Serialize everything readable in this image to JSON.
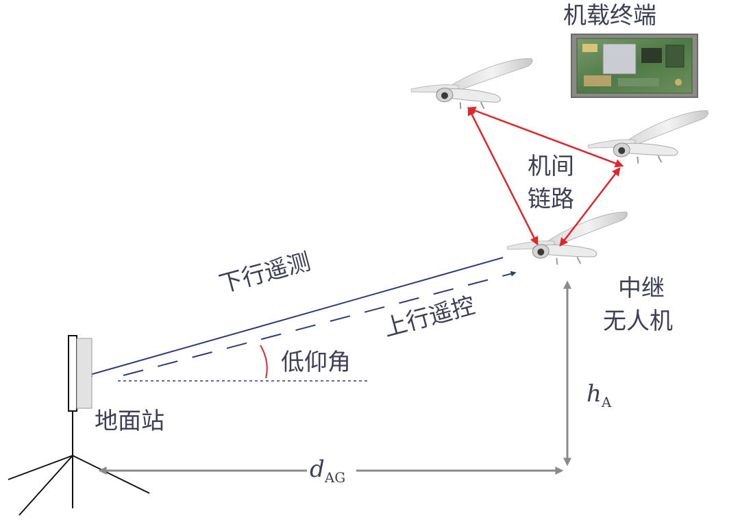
{
  "labels": {
    "onboard_terminal": "机载终端",
    "inter_uav_link": [
      "机间",
      "链路"
    ],
    "downlink_telemetry": "下行遥测",
    "uplink_telecontrol": "上行遥控",
    "low_elevation_angle": "低仰角",
    "ground_station": "地面站",
    "relay_uav": [
      "中继",
      "无人机"
    ],
    "height_symbol": "h",
    "height_subscript": "A",
    "distance_symbol": "d",
    "distance_subscript": "AG"
  },
  "colors": {
    "inter_uav_link_arrow": "#e0262b",
    "telemetry_arrow": "#2e3a7a",
    "dimension_arrow": "#8a8a8a",
    "angle_arc": "#e0262b",
    "text": "#3c3f55"
  },
  "icons": {
    "uav": "fixed-wing-uav-icon",
    "terminal": "circuit-board-icon",
    "antenna": "ground-antenna-icon"
  }
}
